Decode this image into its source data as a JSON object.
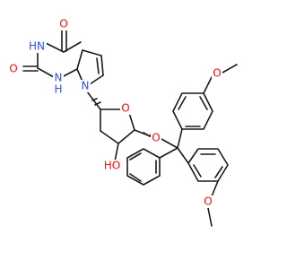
{
  "molecule": {
    "atoms": {
      "o_carbonyl_top": "O",
      "nh_pyrimidine_3": "HN",
      "o_carbonyl_left": "O",
      "nh_pyrimidine_1": "N",
      "h_pyrimidine_1": "H",
      "n_pyrrole": "N",
      "o_furanose": "O",
      "oh_hydroxyl": "HO",
      "o_ether": "O",
      "o_methoxy_top": "O",
      "o_methoxy_bottom": "O"
    }
  }
}
